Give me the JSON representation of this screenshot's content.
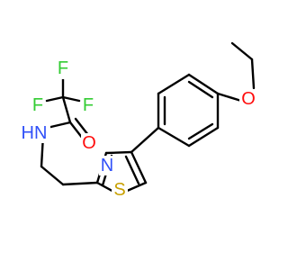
{
  "molecule": {
    "atoms": {
      "F_top": "F",
      "F_left": "F",
      "F_right": "F",
      "O_carbonyl": "O",
      "NH": "HN",
      "N_ring": "N",
      "S_ring": "S",
      "O_ether": "O"
    }
  },
  "colors": {
    "fluorine": "#33cc33",
    "oxygen": "#ff0d0d",
    "nitrogen": "#3050f8",
    "sulfur": "#c8a000",
    "bond": "#000000"
  }
}
